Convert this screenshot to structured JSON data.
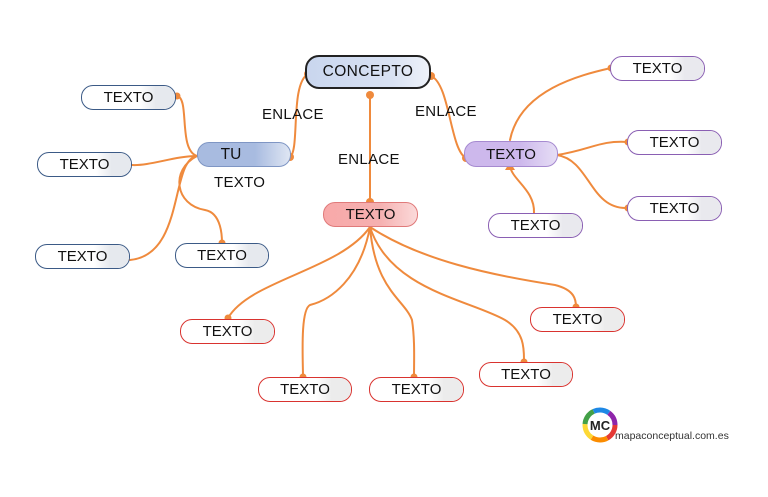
{
  "concept": "CONCEPTO",
  "links": {
    "left": "ENLACE",
    "middle": "ENLACE",
    "right": "ENLACE"
  },
  "tu_node": "TU",
  "tu_sublabel": "TEXTO",
  "blue_hub_children": [
    "TEXTO",
    "TEXTO",
    "TEXTO",
    "TEXTO"
  ],
  "purple_hub": "TEXTO",
  "purple_children": [
    "TEXTO",
    "TEXTO",
    "TEXTO",
    "TEXTO"
  ],
  "red_hub": "TEXTO",
  "red_children": [
    "TEXTO",
    "TEXTO",
    "TEXTO",
    "TEXTO",
    "TEXTO"
  ],
  "logo": {
    "mark": "MC",
    "site": "mapaconceptual.com.es"
  },
  "colors": {
    "connector": "#ef8a3d",
    "blue_border": "#3b5a86",
    "purple_border": "#8a5fb3",
    "red_border": "#d9332f"
  }
}
